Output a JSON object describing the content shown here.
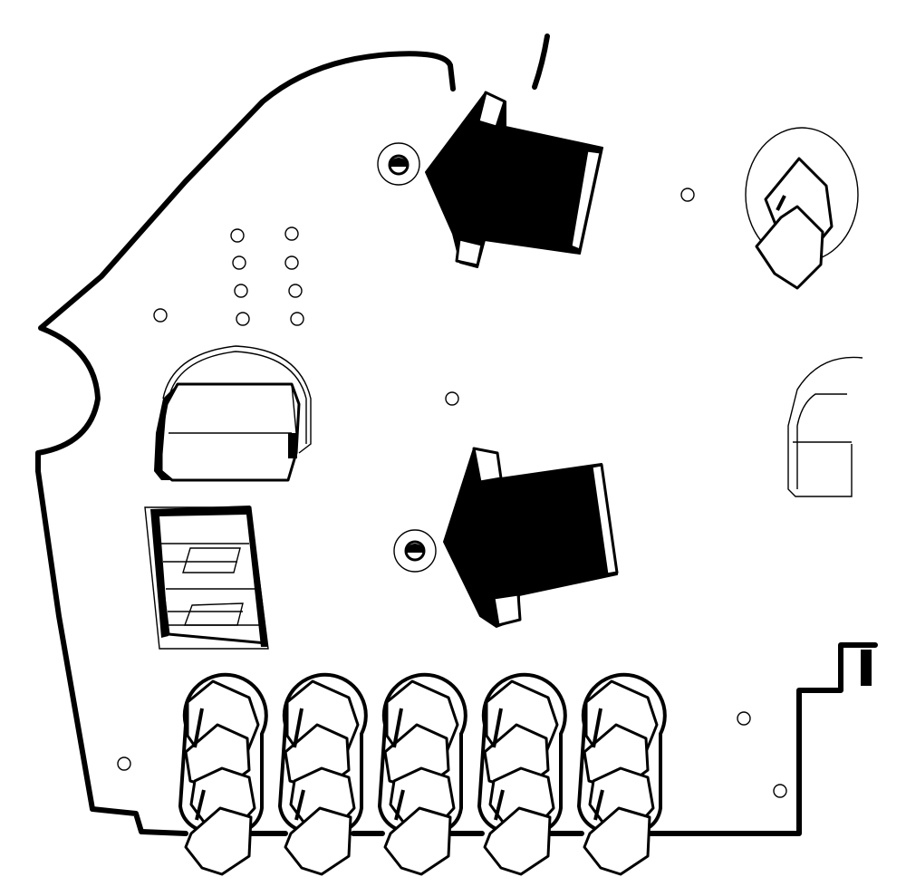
{
  "colors": {
    "stroke": "#000000",
    "background": "#ffffff"
  },
  "components": {
    "fiber_connectors": 2,
    "crimp_terminals_bottom_row": 5,
    "crimp_terminals_right": 1,
    "relays": 2,
    "vias": 14
  }
}
